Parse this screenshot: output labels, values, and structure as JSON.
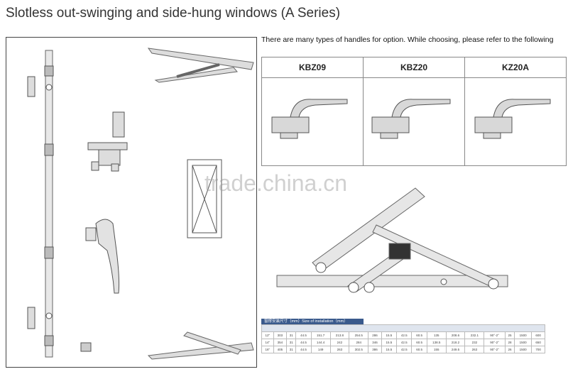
{
  "title": "Slotless out-swinging and side-hung windows (A Series)",
  "note": "There are many types of handles for option. While choosing, please refer to the following",
  "handles": [
    "KBZ09",
    "KBZ20",
    "KZ20A"
  ],
  "watermark": "trade.china.cn",
  "size_caption": "窗撑安装尺寸（mm）Size of installation（mm）",
  "size_rows": [
    [
      "12\"",
      "303",
      "31",
      "44.5",
      "151.7",
      "213.8",
      "254.5",
      "286",
      "15.5",
      "42.5",
      "60.5",
      "135",
      "208.6",
      "232.1",
      "90°-2°",
      "25",
      "1500",
      "600"
    ],
    [
      "14\"",
      "354",
      "31",
      "44.5",
      "144.4",
      "242",
      "284",
      "346",
      "15.5",
      "42.5",
      "60.5",
      "138.5",
      "218.2",
      "232",
      "90°-2°",
      "28",
      "1500",
      "650"
    ],
    [
      "16\"",
      "405",
      "31",
      "44.5",
      "149",
      "263",
      "302.5",
      "386",
      "15.5",
      "42.5",
      "60.5",
      "155",
      "249.5",
      "263",
      "90°-2°",
      "26",
      "1500",
      "700"
    ]
  ]
}
